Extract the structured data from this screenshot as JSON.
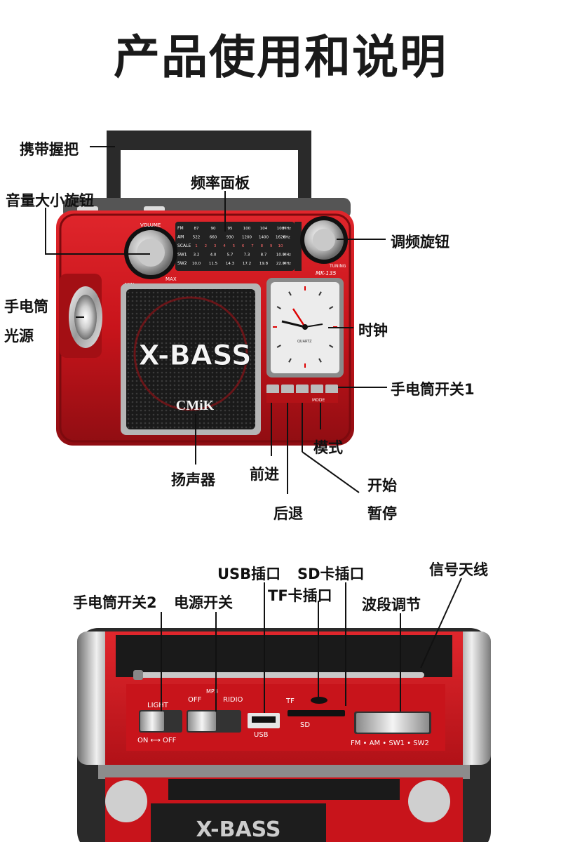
{
  "title": "产品使用和说明",
  "front_labels": {
    "handle": "携带握把",
    "volume_knob": "音量大小旋钮",
    "frequency_panel": "频率面板",
    "tuning_knob": "调频旋钮",
    "flashlight_source_1": "手电筒",
    "flashlight_source_2": "光源",
    "clock": "时钟",
    "flashlight_switch_1": "手电筒开关1",
    "mode": "模式",
    "speaker": "扬声器",
    "forward": "前进",
    "backward": "后退",
    "play_1": "开始",
    "play_2": "暂停"
  },
  "top_labels": {
    "usb_port": "USB插口",
    "sd_port": "SD卡插口",
    "antenna": "信号天线",
    "flashlight_switch_2": "手电筒开关2",
    "power_switch": "电源开关",
    "tf_port": "TF卡插口",
    "band": "波段调节"
  },
  "radio_markings": {
    "brand": "CMiK",
    "speaker_text": "X-BASS",
    "model": "MK-135",
    "volume": "VOLUME",
    "min": "MIN",
    "max": "MAX",
    "tuning": "TUNING",
    "quartz": "QUARTZ",
    "mode_btn": "MODE",
    "band_rows": [
      {
        "band": "FM",
        "values": [
          "87",
          "90",
          "95",
          "100",
          "104",
          "108"
        ],
        "unit": "MHz"
      },
      {
        "band": "AM",
        "values": [
          "522",
          "660",
          "930",
          "1200",
          "1400",
          "1620"
        ],
        "unit": "KHz"
      },
      {
        "band": "SCALE",
        "values": [
          "1",
          "2",
          "3",
          "4",
          "5",
          "6",
          "7",
          "8",
          "9",
          "10"
        ],
        "unit": ""
      },
      {
        "band": "SW1",
        "values": [
          "3.2",
          "4.0",
          "5.7",
          "7.3",
          "8.7",
          "10.0"
        ],
        "unit": "MHz"
      },
      {
        "band": "SW2",
        "values": [
          "10.0",
          "11.5",
          "14.3",
          "17.2",
          "19.8",
          "22.0"
        ],
        "unit": "MHz"
      }
    ],
    "top_light": "LIGHT",
    "top_on_off": "ON ⟷ OFF",
    "top_off": "OFF",
    "top_mp3": "MP3",
    "top_radio": "RIDIO",
    "top_usb": "USB",
    "top_tf": "TF",
    "top_sd": "SD",
    "top_bands": "FM • AM • SW1 • SW2"
  },
  "colors": {
    "body_red": "#c8141b",
    "dark_red": "#7d0a0e",
    "panel_black": "#1d1d1d",
    "chrome": "#d9d9d9"
  }
}
